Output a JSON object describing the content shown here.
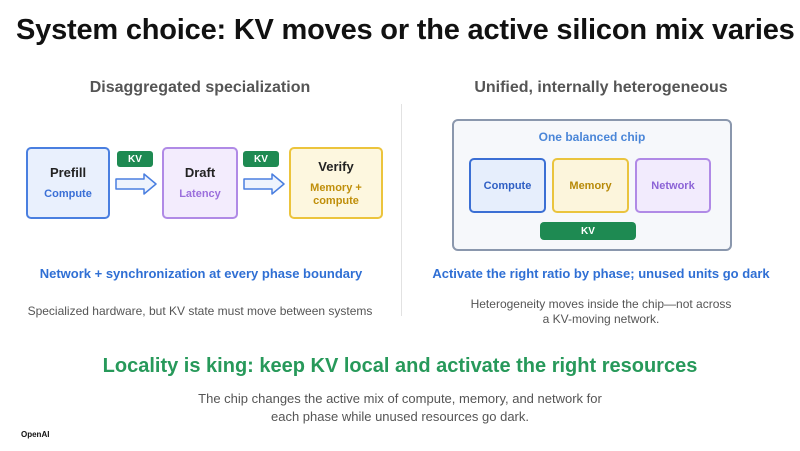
{
  "title": "System choice: KV moves or the active silicon mix varies",
  "left": {
    "heading": "Disaggregated specialization",
    "stages": [
      {
        "name": "Prefill",
        "role": "Compute"
      },
      {
        "name": "Draft",
        "role": "Latency"
      },
      {
        "name": "Verify",
        "role": "Memory + compute"
      }
    ],
    "kv_labels": [
      "KV",
      "KV"
    ],
    "highlight": "Network + synchronization at every phase boundary",
    "note": "Specialized hardware, but KV state must move between systems"
  },
  "right": {
    "heading": "Unified, internally heterogeneous",
    "chip_title": "One balanced chip",
    "units": [
      "Compute",
      "Memory",
      "Network"
    ],
    "kv_bar": "KV",
    "highlight": "Activate the right ratio by phase; unused units go dark",
    "note_lines": [
      "Heterogeneity moves inside the chip—not across",
      "a KV-moving network."
    ]
  },
  "conclusion": {
    "headline": "Locality is king: keep KV local and activate the right resources",
    "body_lines": [
      "The chip changes the active mix of compute, memory, and network for",
      "each phase while unused resources go dark."
    ]
  },
  "logo_text": "OpenAI",
  "colors": {
    "kv_green": "#1e8a52",
    "blue": "#4a7fe0",
    "purple": "#b08ae6",
    "yellow": "#ecc43c",
    "headline_green": "#27995a"
  },
  "icons": [
    "right-arrow-icon",
    "right-arrow-icon"
  ]
}
